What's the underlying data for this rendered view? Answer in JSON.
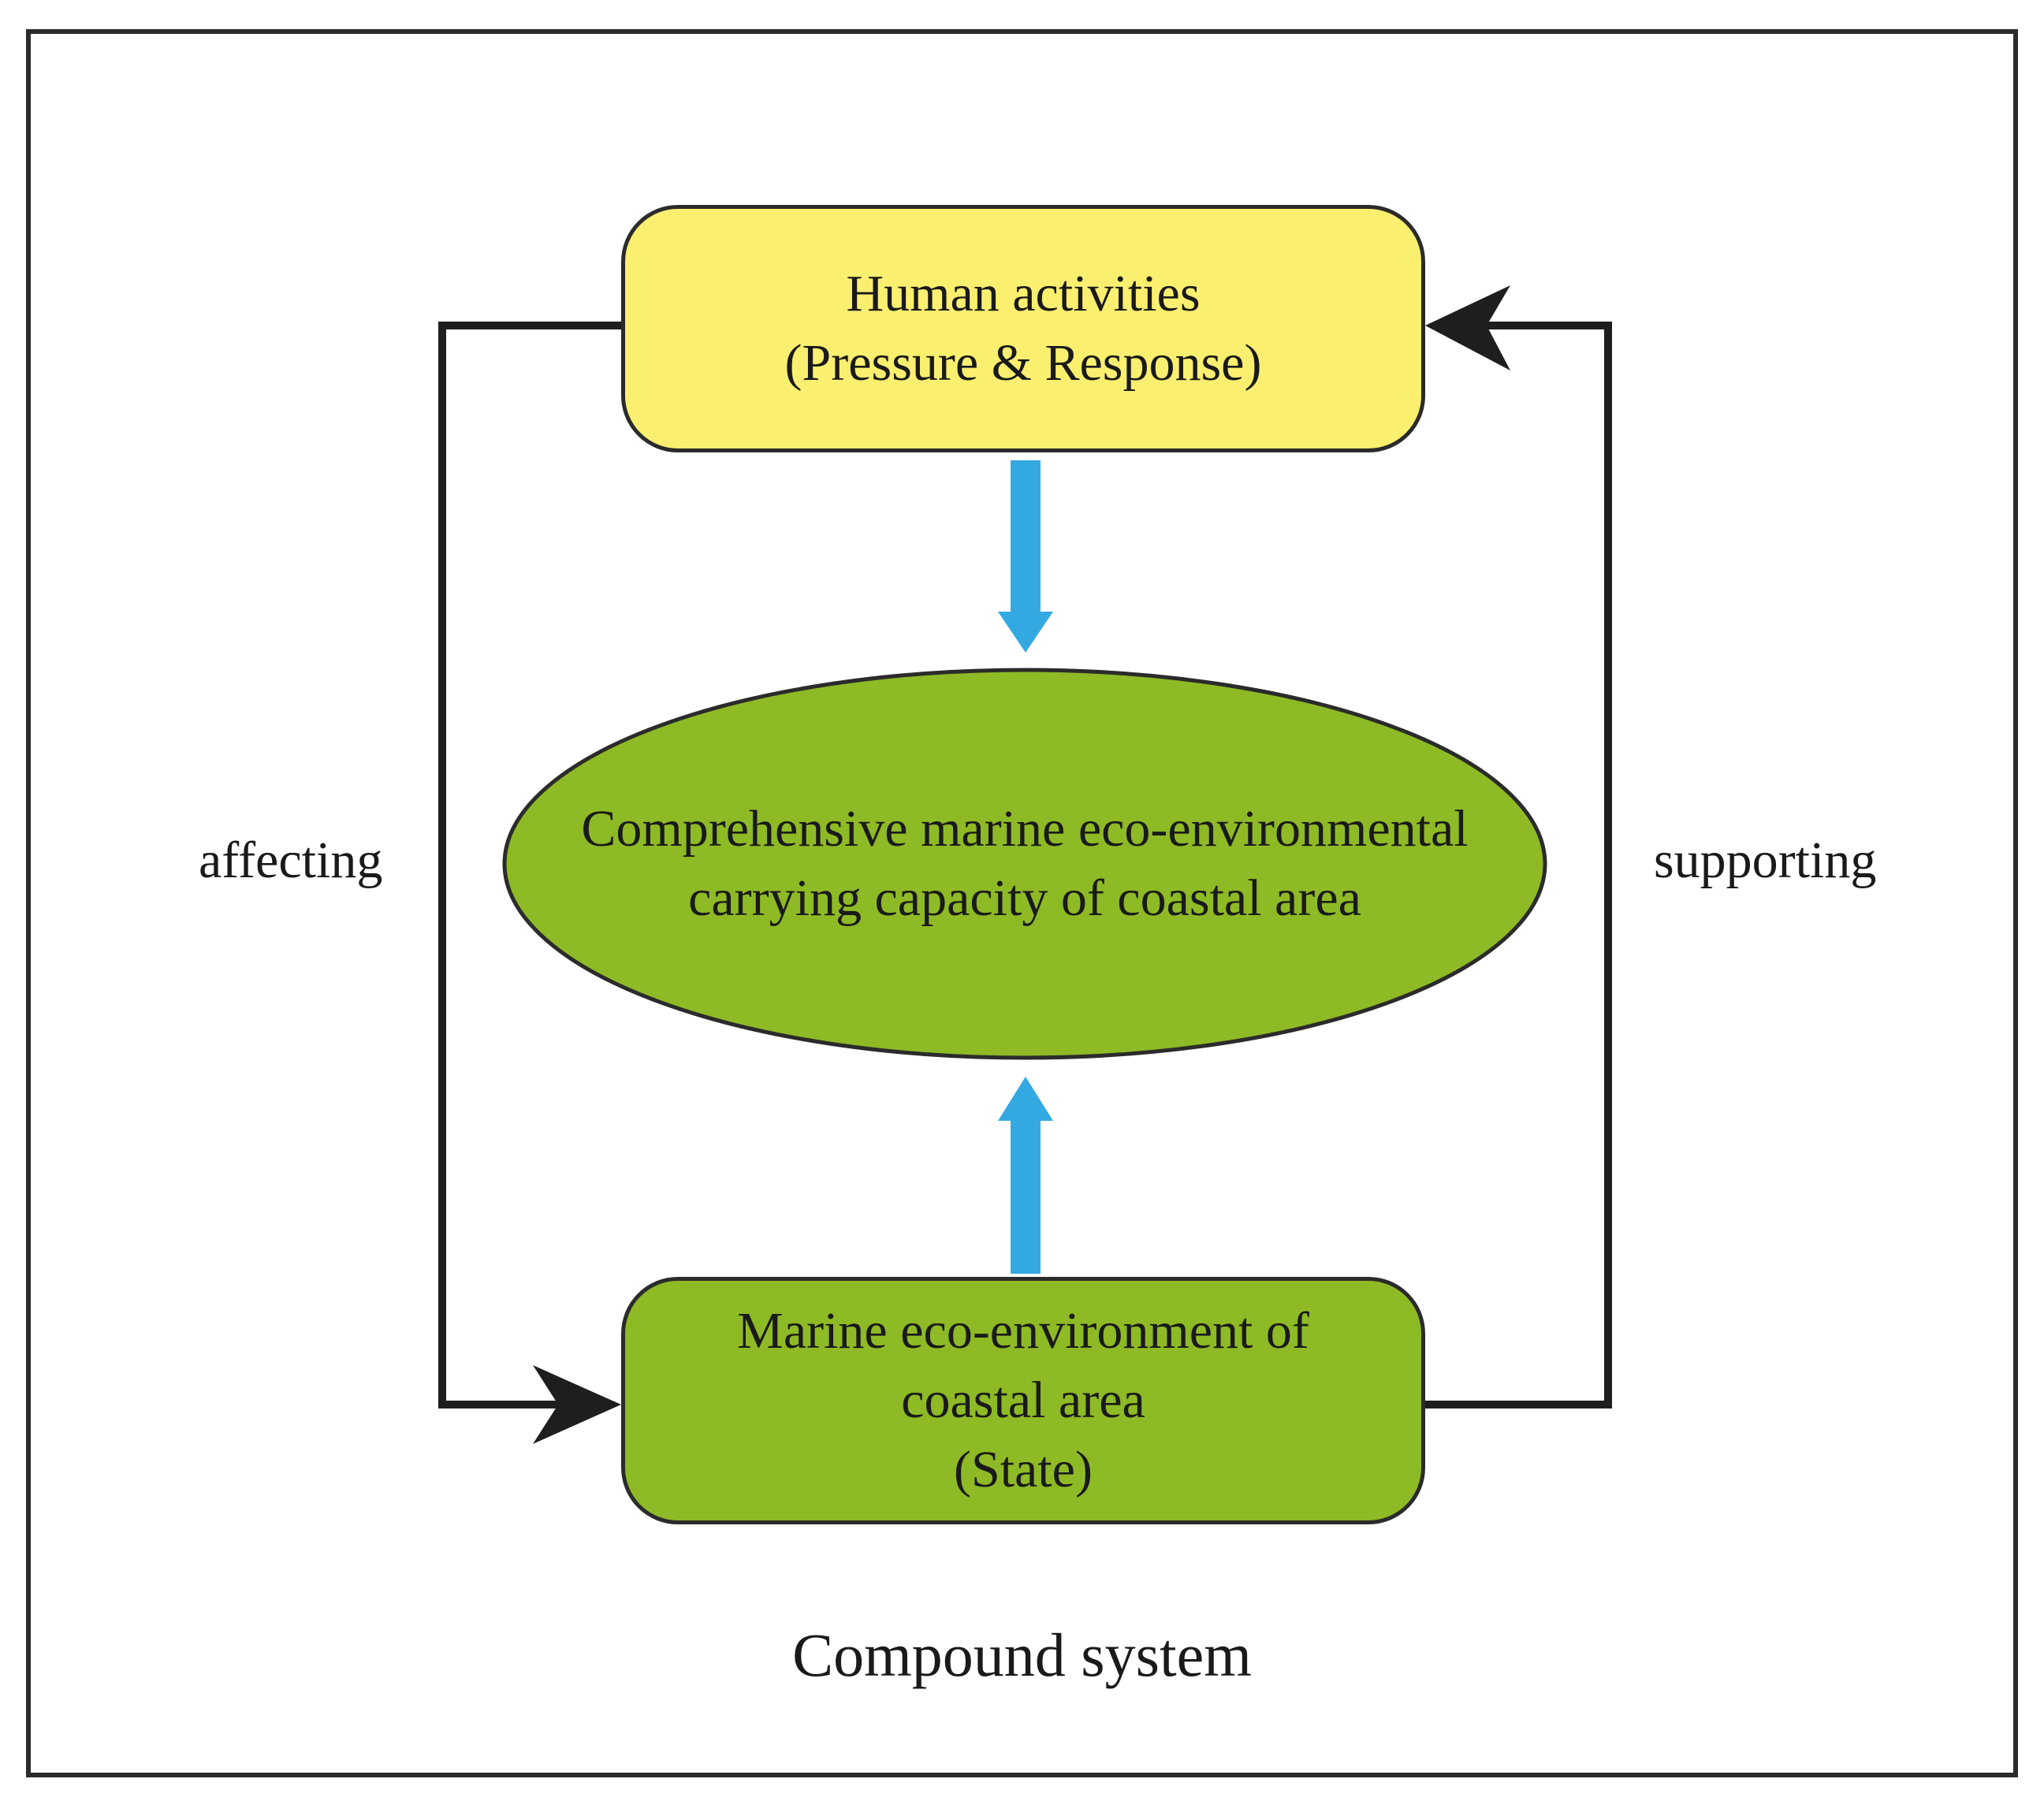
{
  "nodes": {
    "top": {
      "line1": "Human activities",
      "line2": "(Pressure & Response)"
    },
    "center": {
      "line1": "Comprehensive marine eco-environmental",
      "line2": "carrying capacity of coastal area"
    },
    "bottom": {
      "line1": "Marine eco-environment of",
      "line2": "coastal area",
      "line3": "(State)"
    }
  },
  "edges": {
    "left_label": "affecting",
    "right_label": "supporting"
  },
  "caption": "Compound system",
  "colors": {
    "top_fill": "#fbef70",
    "center_fill": "#8eba25",
    "bottom_fill": "#8eba25",
    "blue_arrow": "#34a9e1",
    "connector": "#1e1e1e"
  }
}
